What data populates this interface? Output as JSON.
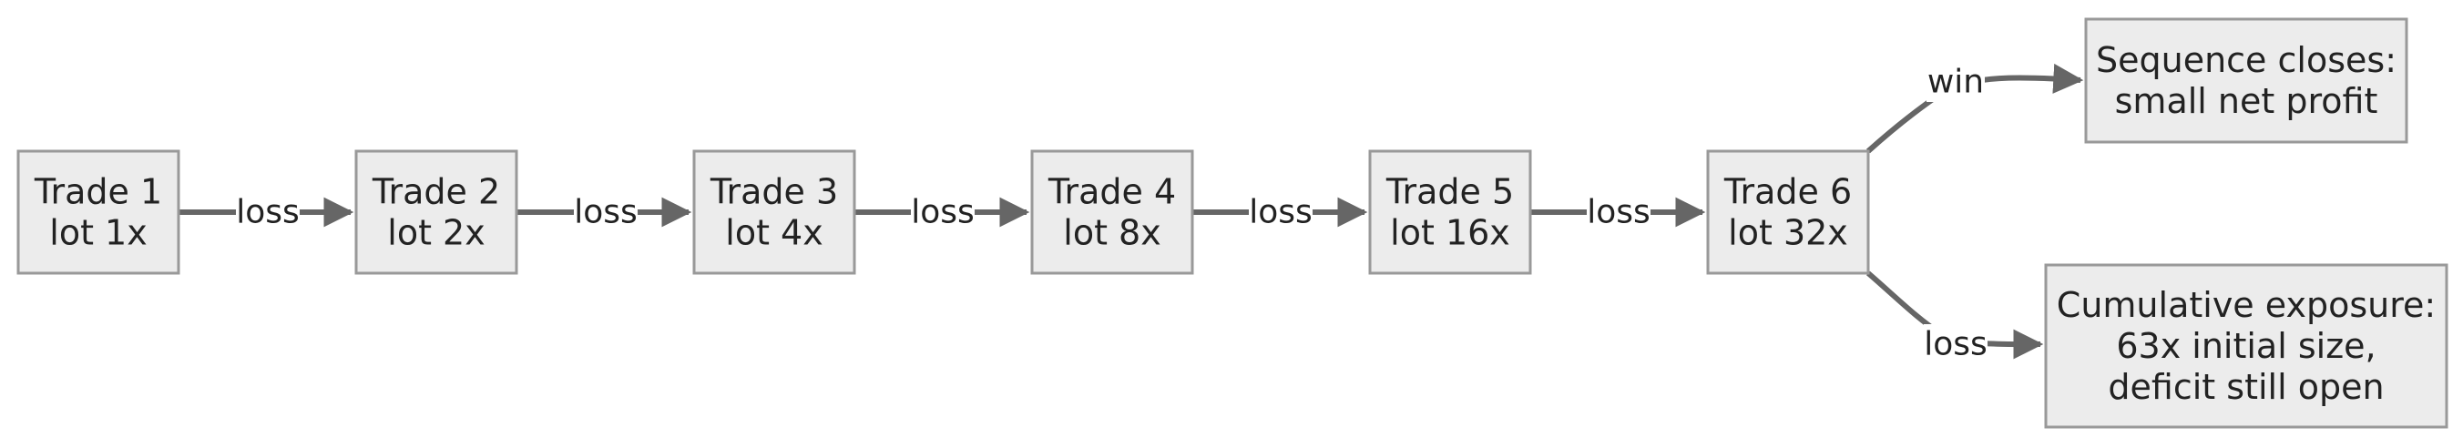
{
  "nodes": [
    {
      "id": "trade1",
      "lines": [
        "Trade 1",
        "lot 1x"
      ]
    },
    {
      "id": "trade2",
      "lines": [
        "Trade 2",
        "lot 2x"
      ]
    },
    {
      "id": "trade3",
      "lines": [
        "Trade 3",
        "lot 4x"
      ]
    },
    {
      "id": "trade4",
      "lines": [
        "Trade 4",
        "lot 8x"
      ]
    },
    {
      "id": "trade5",
      "lines": [
        "Trade 5",
        "lot 16x"
      ]
    },
    {
      "id": "trade6",
      "lines": [
        "Trade 6",
        "lot 32x"
      ]
    },
    {
      "id": "win_outcome",
      "lines": [
        "Sequence closes:",
        "small net profit"
      ]
    },
    {
      "id": "loss_outcome",
      "lines": [
        "Cumulative exposure:",
        "63x initial size,",
        "deficit still open"
      ]
    }
  ],
  "edges": [
    {
      "from": "trade1",
      "to": "trade2",
      "label": "loss"
    },
    {
      "from": "trade2",
      "to": "trade3",
      "label": "loss"
    },
    {
      "from": "trade3",
      "to": "trade4",
      "label": "loss"
    },
    {
      "from": "trade4",
      "to": "trade5",
      "label": "loss"
    },
    {
      "from": "trade5",
      "to": "trade6",
      "label": "loss"
    },
    {
      "from": "trade6",
      "to": "win_outcome",
      "label": "win"
    },
    {
      "from": "trade6",
      "to": "loss_outcome",
      "label": "loss"
    }
  ],
  "colors": {
    "node_fill": "#ececec",
    "node_stroke": "#999999",
    "edge": "#666666",
    "text": "#222222"
  }
}
